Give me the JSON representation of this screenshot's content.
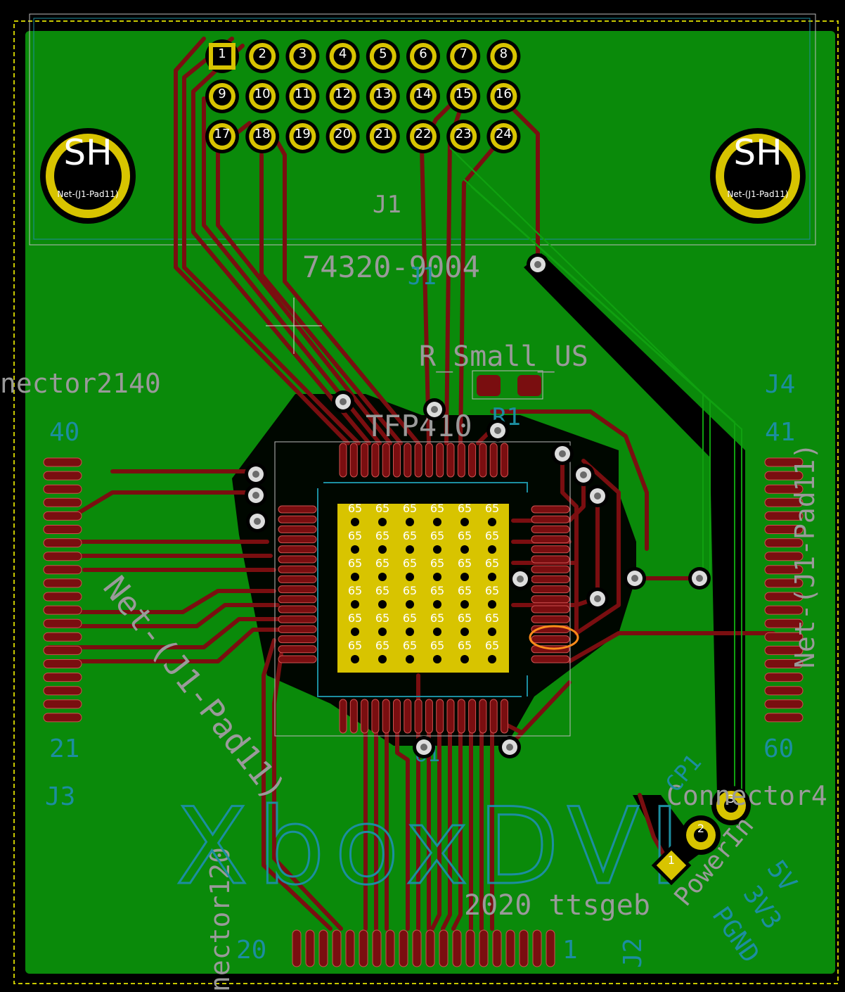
{
  "board": {
    "colors": {
      "background": "#000000",
      "copper_fill": "#0a8a0a",
      "trace": "#7a0e10",
      "pad_gold": "#d8c400",
      "silk": "#9a9a9a",
      "fab": "#1c8ea0",
      "selection": "#ff8c1a"
    }
  },
  "j1": {
    "ref": "J1",
    "value": "74320-9004",
    "ref_fab": "J1",
    "shield_label": "SH",
    "shield_net": "Net-(J1-Pad11)",
    "pin_numbers": [
      "1",
      "2",
      "3",
      "4",
      "5",
      "6",
      "7",
      "8",
      "9",
      "10",
      "11",
      "12",
      "13",
      "14",
      "15",
      "16",
      "17",
      "18",
      "19",
      "20",
      "21",
      "22",
      "23",
      "24"
    ]
  },
  "r1": {
    "value": "R_Small_US",
    "ref_fab": "R1"
  },
  "u1": {
    "ref": "TFP410",
    "ref_fab": "U1",
    "thermal_pad_number": "65"
  },
  "j3": {
    "value": "nector2140",
    "pin_top": "40",
    "pin_bottom": "21",
    "ref": "J3"
  },
  "j4": {
    "ref": "J4",
    "pin_top": "41",
    "pin_bottom": "60",
    "net_label": "Net-(J1-Pad11)"
  },
  "j2": {
    "value": "nector120",
    "pin_left": "20",
    "pin_right": "1",
    "ref": "J2"
  },
  "power_connector": {
    "ref": "CP1",
    "value": "Connector4",
    "pin_numbers": [
      "3",
      "2",
      "1"
    ],
    "labels": [
      "PowerIn",
      "5V",
      "3V3",
      "PGND"
    ]
  },
  "canvas": {
    "net_label_diagonal": "Net-(J1-Pad11)",
    "title_watermark": "XboxDVI",
    "credit": "2020 ttsgeb"
  }
}
